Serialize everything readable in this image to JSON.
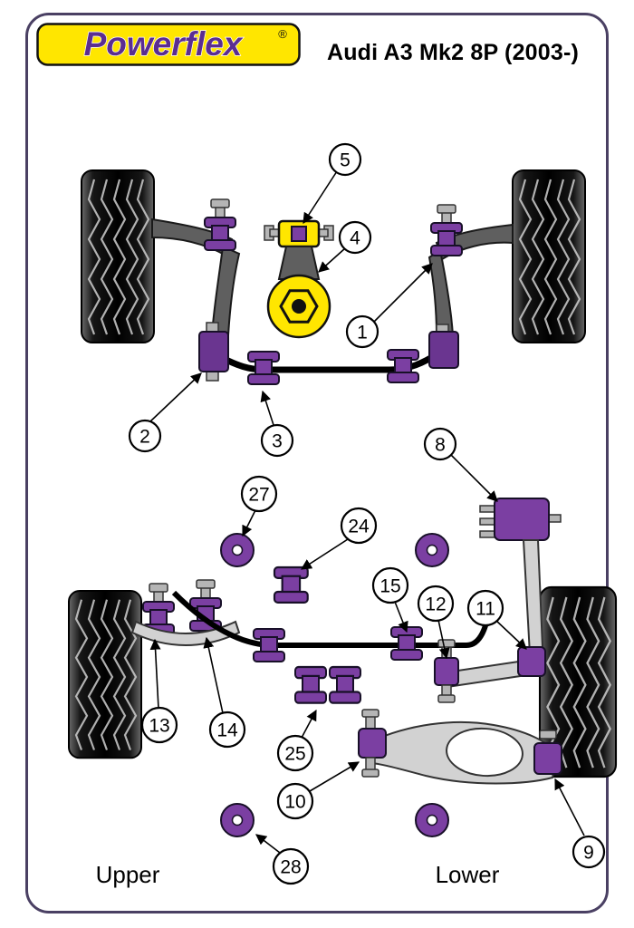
{
  "brand": {
    "name": "Powerflex",
    "registered": "®"
  },
  "header": {
    "title": "Audi A3 Mk2 8P (2003-)"
  },
  "labels": {
    "upper": "Upper",
    "lower": "Lower"
  },
  "callouts": {
    "c1": "1",
    "c2": "2",
    "c3": "3",
    "c4": "4",
    "c5": "5",
    "c8": "8",
    "c9": "9",
    "c10": "10",
    "c11": "11",
    "c12": "12",
    "c13": "13",
    "c14": "14",
    "c15": "15",
    "c24": "24",
    "c25": "25",
    "c27": "27",
    "c28": "28"
  },
  "colors": {
    "bushing_purple": "#7b3fa2",
    "brand_yellow": "#ffe600",
    "frame_border": "#4a4063"
  }
}
